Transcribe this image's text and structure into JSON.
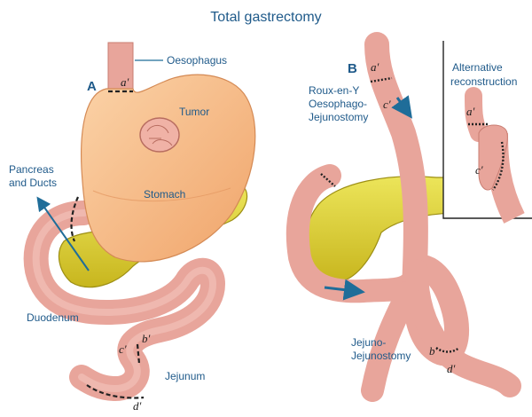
{
  "title": "Total gastrectomy",
  "panel_a": {
    "letter": "A",
    "labels": {
      "oesophagus": "Oesophagus",
      "tumor": "Tumor",
      "stomach": "Stomach",
      "pancreas_line1": "Pancreas",
      "pancreas_line2": "and Ducts",
      "duodenum": "Duodenum",
      "jejunum": "Jejunum"
    },
    "marks": {
      "a": "a′",
      "b": "b′",
      "c": "c′",
      "d": "d′"
    }
  },
  "panel_b": {
    "letter": "B",
    "labels": {
      "roux_line1": "Roux-en-Y",
      "roux_line2": "Oesophago-",
      "roux_line3": "Jejunostomy",
      "jj_line1": "Jejuno-",
      "jj_line2": "Jejunostomy"
    },
    "marks": {
      "a": "a′",
      "c": "c′",
      "b": "b′",
      "d": "d′"
    }
  },
  "inset": {
    "title_line1": "Alternative",
    "title_line2": "reconstruction",
    "marks": {
      "a": "a′",
      "c": "c′"
    }
  },
  "colors": {
    "label_text": "#1f5a8a",
    "stomach": "#f4b07a",
    "intestine": "#e8a59b",
    "pancreas": "#dccc2e",
    "arrow": "#1f6d99"
  }
}
